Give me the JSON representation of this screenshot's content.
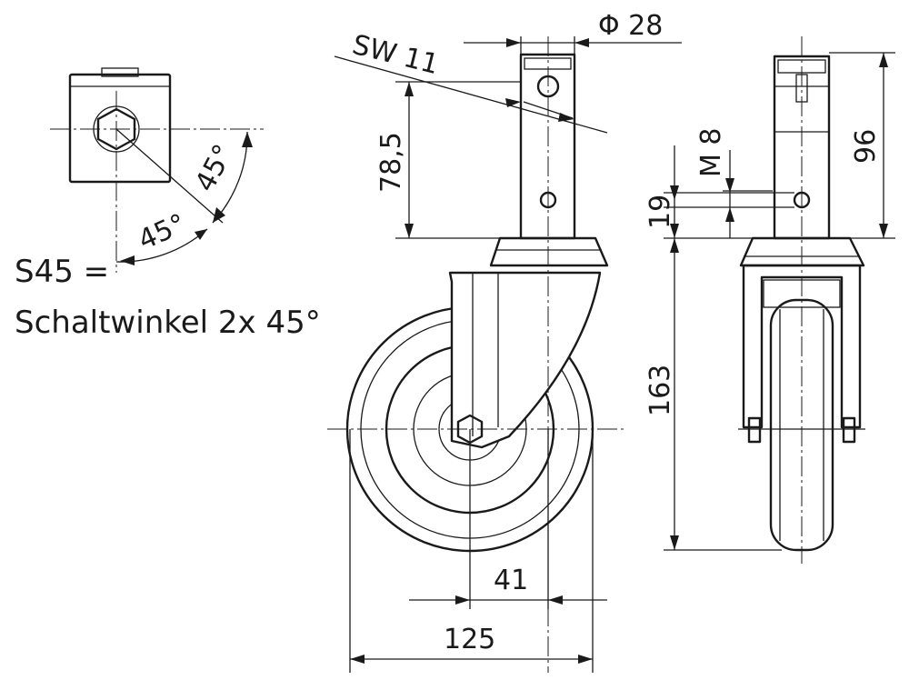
{
  "drawing": {
    "note_line1": "S45 =",
    "note_line2": "Schaltwinkel 2x 45°",
    "angle_a": "45°",
    "angle_b": "45°"
  },
  "dimensions": {
    "stem_diameter": "Φ 28",
    "wrench_size": "SW  11",
    "stem_height": "78,5",
    "total_height": "163",
    "hole_height": "19",
    "thread": "M 8",
    "stem_length": "96",
    "offset": "41",
    "wheel_diameter": "125"
  }
}
